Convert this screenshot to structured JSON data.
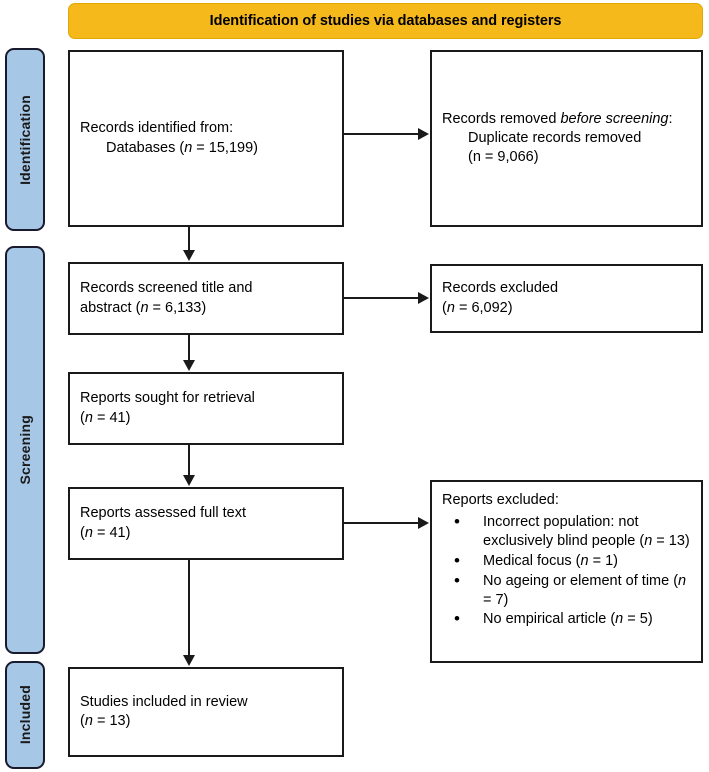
{
  "banner": {
    "title": "Identification of studies via databases and registers"
  },
  "stages": [
    {
      "key": "identification",
      "label": "Identification"
    },
    {
      "key": "screening",
      "label": "Screening"
    },
    {
      "key": "included",
      "label": "Included"
    }
  ],
  "boxes": {
    "identified": {
      "line1": "Records identified from:",
      "line2_prefix": "Databases (",
      "line2_italic": "n",
      "line2_suffix": " = 15,199)"
    },
    "removed": {
      "line1_prefix": "Records removed ",
      "line1_italic": "before screening",
      "line1_suffix": ":",
      "line2": "Duplicate records removed",
      "line3": "(n = 9,066)"
    },
    "screened": {
      "line1": "Records screened title and",
      "line2_prefix": "abstract (",
      "line2_italic": "n",
      "line2_suffix": " = 6,133)"
    },
    "excluded_screened": {
      "line1": "Records excluded",
      "line2_prefix": "(",
      "line2_italic": "n",
      "line2_suffix": " = 6,092)"
    },
    "sought": {
      "line1": "Reports sought for retrieval",
      "line2_prefix": "(",
      "line2_italic": "n",
      "line2_suffix": " = 41)"
    },
    "assessed": {
      "line1": "Reports assessed full text",
      "line2_prefix": "(",
      "line2_italic": "n",
      "line2_suffix": " = 41)"
    },
    "excluded_full": {
      "heading": "Reports excluded:",
      "items": [
        {
          "text_before": "Incorrect population: not exclusively blind people (",
          "italic": "n",
          "text_after": " = 13)"
        },
        {
          "text_before": "Medical focus (",
          "italic": "n",
          "text_after": " = 1)"
        },
        {
          "text_before": "No ageing or element of time (",
          "italic": "n",
          "text_after": " = 7)"
        },
        {
          "text_before": "No empirical article (",
          "italic": "n",
          "text_after": " = 5)"
        }
      ]
    },
    "included": {
      "line1": "Studies included in review",
      "line2_prefix": "(",
      "line2_italic": "n",
      "line2_suffix": " = 13)"
    }
  },
  "colors": {
    "banner": "#F5B91C",
    "stage_pill": "#A7C7E7",
    "stroke": "#1a1a1a"
  }
}
